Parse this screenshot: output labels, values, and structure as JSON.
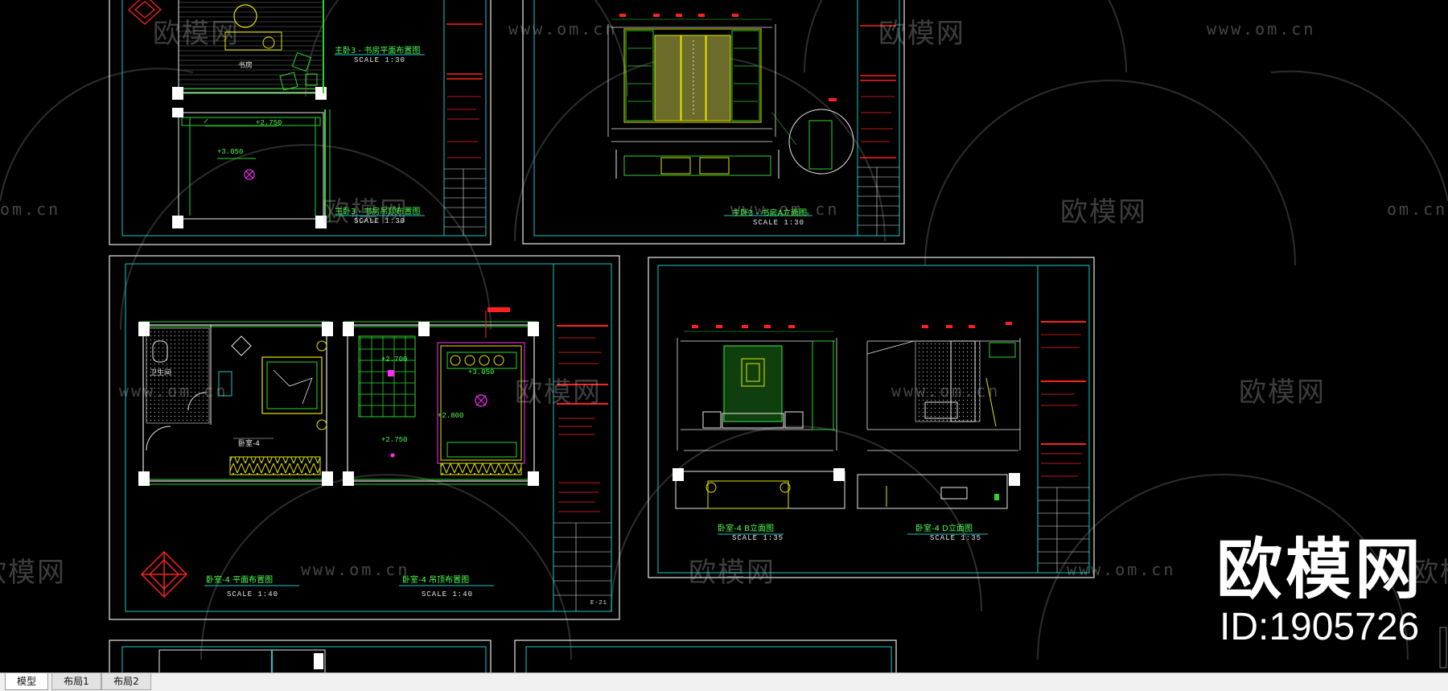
{
  "watermark": {
    "brand": "欧模网",
    "url": "www.om.cn",
    "url_partial": "om.cn",
    "brand_partial": "欧模网"
  },
  "overlay": {
    "brand": "欧模网",
    "id": "ID:1905726"
  },
  "sheets": {
    "top_left": {
      "room_label": "书房",
      "plan_title": "主卧3 - 书房平面布置图",
      "plan_scale": "SCALE 1:30",
      "ceiling_title": "主卧3 - 书房吊顶布置图",
      "ceiling_scale": "SCALE 1:30",
      "elev_a": "+2.750",
      "elev_b": "+3.050"
    },
    "top_middle": {
      "title": "主卧3 - 书房A立面图",
      "scale": "SCALE 1:30"
    },
    "mid_left": {
      "room_label": "卧室-4",
      "bath_label": "卫生间",
      "plan_title": "卧室-4 平面布置图",
      "plan_scale": "SCALE 1:40",
      "ceiling_title": "卧室-4 吊顶布置图",
      "ceiling_scale": "SCALE 1:40",
      "elev_a": "+2.700",
      "elev_b": "+3.050",
      "elev_c": "+2.800",
      "elev_d": "+2.750",
      "sheet_no": "E-21"
    },
    "mid_right": {
      "b_title": "卧室-4 B立面图",
      "b_scale": "SCALE 1:35",
      "d_title": "卧室-4 D立面图",
      "d_scale": "SCALE 1:35"
    }
  },
  "tabs": [
    {
      "label": "模型",
      "active": true
    },
    {
      "label": "布局1",
      "active": false
    },
    {
      "label": "布局2",
      "active": false
    }
  ],
  "colors": {
    "background": "#000000",
    "sheet_border": "#e8e8e8",
    "inner_border": "#19c8c8",
    "cad_green": "#2fd22f",
    "cad_bright_green": "#4cff4c",
    "cad_red": "#ff2020",
    "cad_magenta": "#ff2cff",
    "cad_yellow": "#e6e600"
  }
}
